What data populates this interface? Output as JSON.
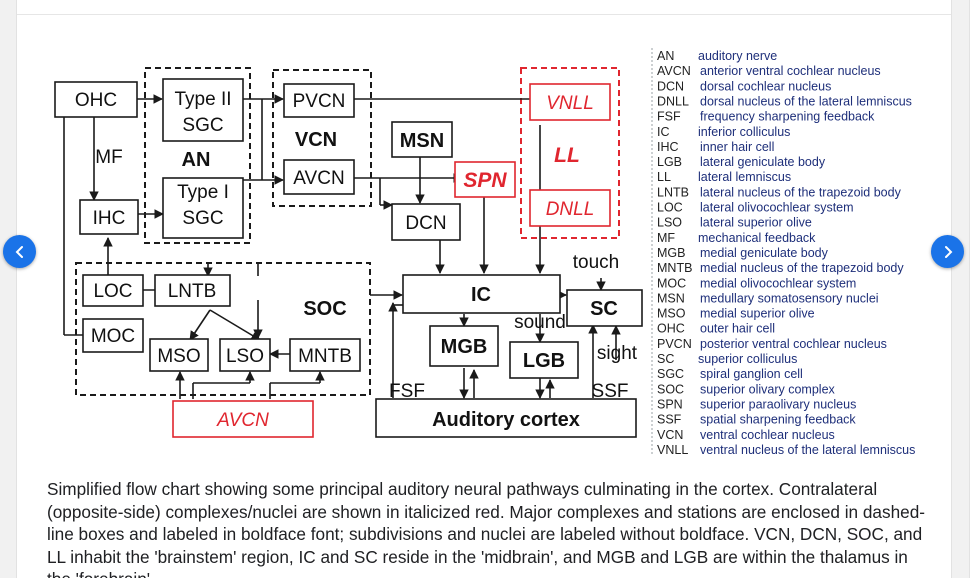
{
  "navigation": {
    "prev_icon": "chevron-left-icon",
    "next_icon": "chevron-right-icon",
    "accent": "#1a73e8"
  },
  "diagram": {
    "nodes": {
      "ohc": "OHC",
      "ihc": "IHC",
      "mf": "MF",
      "type2_line1": "Type II",
      "type2_line2": "SGC",
      "an": "AN",
      "type1_line1": "Type I",
      "type1_line2": "SGC",
      "pvcn": "PVCN",
      "vcn": "VCN",
      "avcn": "AVCN",
      "msn": "MSN",
      "dcn": "DCN",
      "spn": "SPN",
      "vnll": "VNLL",
      "ll": "LL",
      "dnll": "DNLL",
      "touch": "touch",
      "loc": "LOC",
      "lntb": "LNTB",
      "soc": "SOC",
      "ic": "IC",
      "sc": "SC",
      "sound": "sound",
      "sight": "sight",
      "moc": "MOC",
      "mgb": "MGB",
      "lgb": "LGB",
      "mso": "MSO",
      "lso": "LSO",
      "mntb": "MNTB",
      "fsf": "FSF",
      "ssf": "SSF",
      "avcn_contra": "AVCN",
      "auditory_cortex": "Auditory cortex"
    },
    "colors": {
      "contralateral": "#e0262f",
      "legend_text": "#1e2f7a"
    }
  },
  "legend": [
    {
      "abbr": "AN",
      "desc": "auditory nerve"
    },
    {
      "abbr": "AVCN",
      "desc": "anterior ventral cochlear nucleus"
    },
    {
      "abbr": "DCN",
      "desc": "dorsal cochlear nucleus"
    },
    {
      "abbr": "DNLL",
      "desc": "dorsal nucleus of the lateral lemniscus"
    },
    {
      "abbr": "FSF",
      "desc": "frequency sharpening feedback"
    },
    {
      "abbr": "IC",
      "desc": "inferior colliculus"
    },
    {
      "abbr": "IHC",
      "desc": "inner hair cell"
    },
    {
      "abbr": "LGB",
      "desc": "lateral geniculate body"
    },
    {
      "abbr": "LL",
      "desc": "lateral lemniscus"
    },
    {
      "abbr": "LNTB",
      "desc": "lateral nucleus of the trapezoid body"
    },
    {
      "abbr": "LOC",
      "desc": "lateral olivocochlear system"
    },
    {
      "abbr": "LSO",
      "desc": "lateral superior olive"
    },
    {
      "abbr": "MF",
      "desc": "mechanical feedback"
    },
    {
      "abbr": "MGB",
      "desc": "medial geniculate body"
    },
    {
      "abbr": "MNTB",
      "desc": "medial nucleus of the trapezoid body"
    },
    {
      "abbr": "MOC",
      "desc": "medial olivocochlear system"
    },
    {
      "abbr": "MSN",
      "desc": "medullary somatosensory nuclei"
    },
    {
      "abbr": "MSO",
      "desc": "medial superior olive"
    },
    {
      "abbr": "OHC",
      "desc": "outer hair cell"
    },
    {
      "abbr": "PVCN",
      "desc": "posterior ventral cochlear nucleus"
    },
    {
      "abbr": "SC",
      "desc": "superior colliculus"
    },
    {
      "abbr": "SGC",
      "desc": "spiral ganglion cell"
    },
    {
      "abbr": "SOC",
      "desc": "superior olivary complex"
    },
    {
      "abbr": "SPN",
      "desc": "superior paraolivary nucleus"
    },
    {
      "abbr": "SSF",
      "desc": "spatial sharpening feedback"
    },
    {
      "abbr": "VCN",
      "desc": "ventral cochlear nucleus"
    },
    {
      "abbr": "VNLL",
      "desc": "ventral nucleus of the lateral lemniscus"
    }
  ],
  "caption": "Simplified flow chart showing some principal auditory neural pathways culminating in the cortex. Contralateral (opposite-side) complexes/nuclei are shown in italicized red. Major complexes and stations are enclosed in dashed-line boxes and labeled in boldface font; subdivisions and nuclei are labeled without boldface. VCN, DCN, SOC, and LL inhabit the 'brainstem' region, IC and SC reside in the 'midbrain', and MGB and LGB are within the thalamus in the 'forebrain'."
}
